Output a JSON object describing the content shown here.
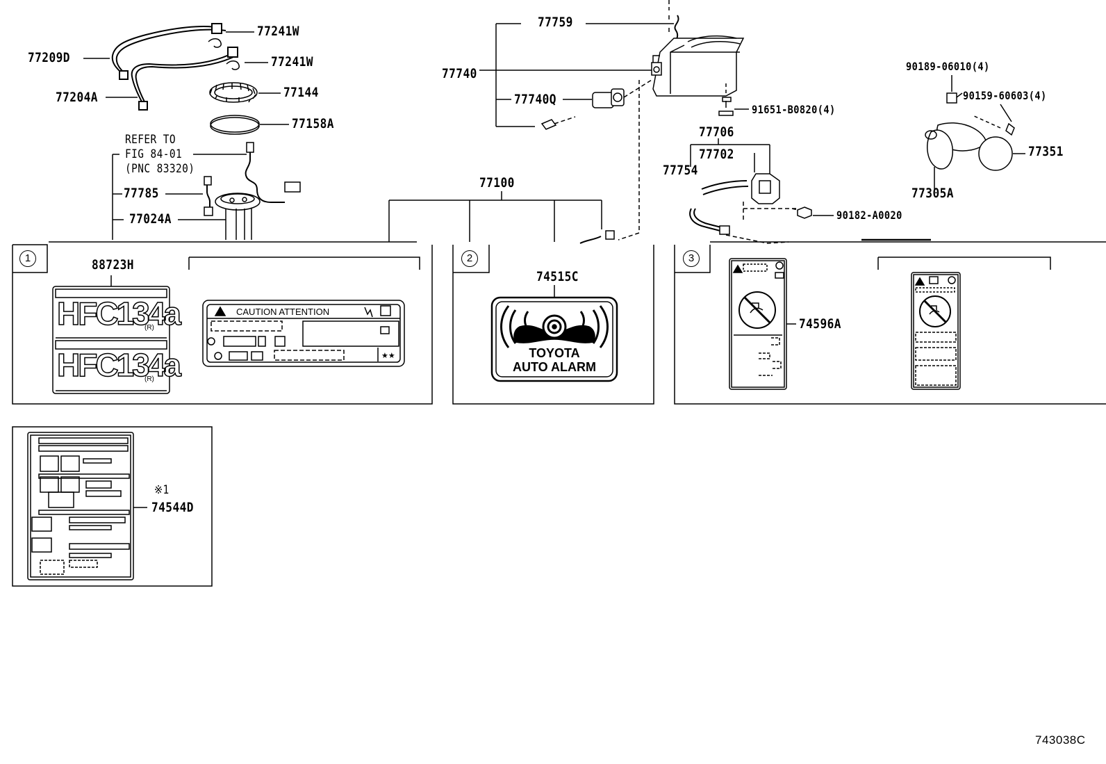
{
  "parts": {
    "p77209D": "77209D",
    "p77204A": "77204A",
    "p77241W_a": "77241W",
    "p77241W_b": "77241W",
    "p77144": "77144",
    "p77158A": "77158A",
    "p77785": "77785",
    "p77024A": "77024A",
    "p77759": "77759",
    "p77740": "77740",
    "p77740Q": "77740Q",
    "p91651": "91651-B0820(4)",
    "p77706": "77706",
    "p77702": "77702",
    "p77754": "77754",
    "p90182": "90182-A0020",
    "p77100": "77100",
    "p90189": "90189-06010(4)",
    "p90159": "90159-60603(4)",
    "p77351": "77351",
    "p77305A": "77305A",
    "p88723H": "88723H",
    "p74515C": "74515C",
    "p74596A": "74596A",
    "p74544D": "74544D"
  },
  "refer": {
    "line1": "REFER TO",
    "line2": "FIG 84-01",
    "line3": "(PNC 83320)"
  },
  "panels": {
    "p1_num": "1",
    "p2_num": "2",
    "p3_num": "3"
  },
  "labels": {
    "hfc_text": "HFC134a",
    "hfc_sub": "(R)",
    "caution": "CAUTION ATTENTION",
    "stars": "★★",
    "alarm_line1": "TOYOTA",
    "alarm_line2": "AUTO ALARM",
    "note_mark": "※1"
  },
  "footer": {
    "code": "743038C"
  }
}
